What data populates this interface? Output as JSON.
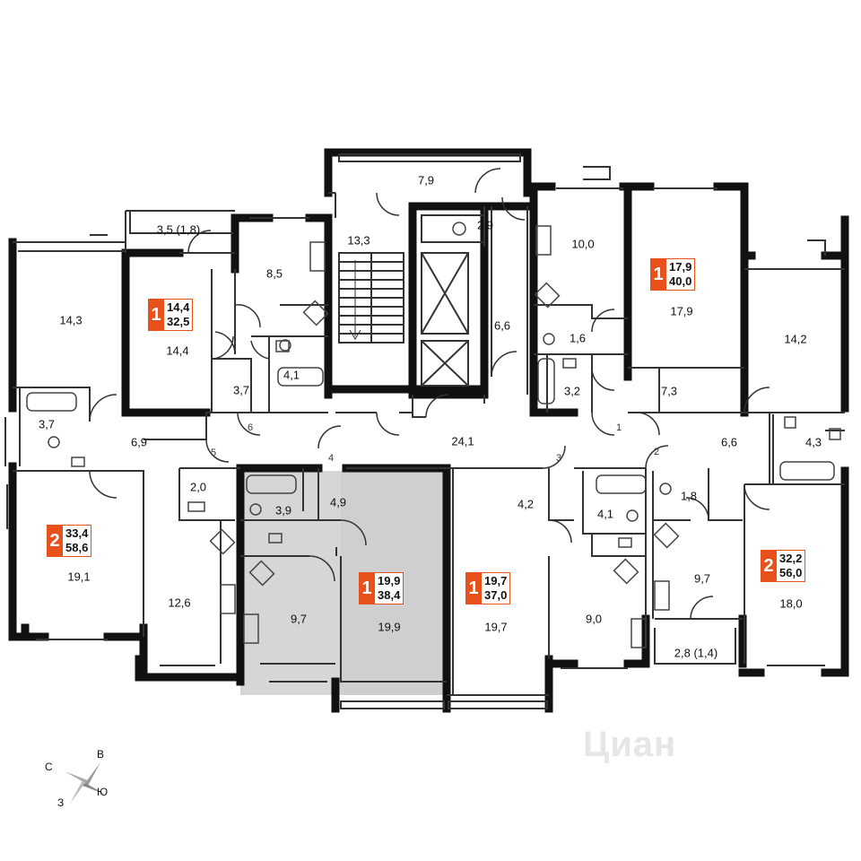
{
  "rooms": [
    {
      "id": "r-14-3-l",
      "label": "14,3"
    },
    {
      "id": "r-3-5",
      "label": "3,5 (1,8)"
    },
    {
      "id": "r-14-4",
      "label": "14,4"
    },
    {
      "id": "r-8-5",
      "label": "8,5"
    },
    {
      "id": "r-3-7-a",
      "label": "3,7"
    },
    {
      "id": "r-4-1-a",
      "label": "4,1"
    },
    {
      "id": "r-13-3",
      "label": "13,3"
    },
    {
      "id": "r-7-9",
      "label": "7,9"
    },
    {
      "id": "r-2-9",
      "label": "2,9"
    },
    {
      "id": "r-6-6-a",
      "label": "6,6"
    },
    {
      "id": "r-10-0",
      "label": "10,0"
    },
    {
      "id": "r-1-6",
      "label": "1,6"
    },
    {
      "id": "r-3-2",
      "label": "3,2"
    },
    {
      "id": "r-17-9",
      "label": "17,9"
    },
    {
      "id": "r-7-3",
      "label": "7,3"
    },
    {
      "id": "r-14-2",
      "label": "14,2"
    },
    {
      "id": "r-3-7-b",
      "label": "3,7"
    },
    {
      "id": "r-6-9",
      "label": "6,9"
    },
    {
      "id": "r-24-1",
      "label": "24,1"
    },
    {
      "id": "r-6-6-b",
      "label": "6,6"
    },
    {
      "id": "r-4-3",
      "label": "4,3"
    },
    {
      "id": "r-2-0",
      "label": "2,0"
    },
    {
      "id": "r-3-9",
      "label": "3,9"
    },
    {
      "id": "r-4-9",
      "label": "4,9"
    },
    {
      "id": "r-4-2",
      "label": "4,2"
    },
    {
      "id": "r-4-1-b",
      "label": "4,1"
    },
    {
      "id": "r-1-8",
      "label": "1,8"
    },
    {
      "id": "r-19-1",
      "label": "19,1"
    },
    {
      "id": "r-12-6",
      "label": "12,6"
    },
    {
      "id": "r-9-7-a",
      "label": "9,7"
    },
    {
      "id": "r-19-9",
      "label": "19,9"
    },
    {
      "id": "r-19-7",
      "label": "19,7"
    },
    {
      "id": "r-9-0",
      "label": "9,0"
    },
    {
      "id": "r-9-7-b",
      "label": "9,7"
    },
    {
      "id": "r-18-0",
      "label": "18,0"
    },
    {
      "id": "r-2-8",
      "label": "2,8 (1,4)"
    }
  ],
  "doors": [
    "6",
    "5",
    "4",
    "3",
    "2",
    "1"
  ],
  "apartments": [
    {
      "rooms": "1",
      "living": "14,4",
      "total": "32,5"
    },
    {
      "rooms": "1",
      "living": "17,9",
      "total": "40,0"
    },
    {
      "rooms": "2",
      "living": "33,4",
      "total": "58,6"
    },
    {
      "rooms": "1",
      "living": "19,9",
      "total": "38,4"
    },
    {
      "rooms": "1",
      "living": "19,7",
      "total": "37,0"
    },
    {
      "rooms": "2",
      "living": "32,2",
      "total": "56,0"
    }
  ],
  "compass": {
    "north": "С",
    "east": "В",
    "south": "Ю",
    "west": "З"
  },
  "watermark": "Циан",
  "colors": {
    "accent": "#e8501c",
    "wall": "#111111",
    "highlight": "#d6d6d6"
  }
}
